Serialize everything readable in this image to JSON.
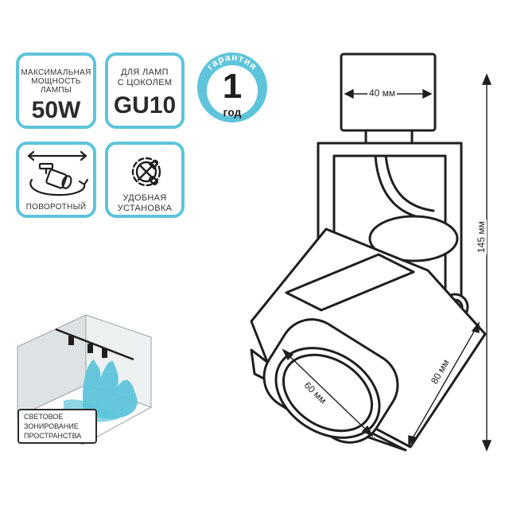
{
  "cards": {
    "power": {
      "caption": [
        "МАКСИМАЛЬНАЯ",
        "МОЩНОСТЬ",
        "ЛАМПЫ"
      ],
      "value": "50W"
    },
    "base": {
      "caption": [
        "ДЛЯ ЛАМП",
        "С ЦОКОЛЕМ"
      ],
      "value": "GU10"
    },
    "rotation": {
      "caption": "ПОВОРОТНЫЙ",
      "icon": "rotating-spotlight-icon"
    },
    "install": {
      "caption": [
        "УДОБНАЯ",
        "УСТАНОВКА"
      ],
      "icon": "gear-tools-icon"
    }
  },
  "warranty": {
    "arc_text": "гарантия",
    "value": "1",
    "unit": "год"
  },
  "zoning": {
    "caption": [
      "СВЕТОВОЕ",
      "ЗОНИРОВАНИЕ",
      "ПРОСТРАНСТВА"
    ]
  },
  "dimensions": {
    "width": "40 мм",
    "height": "145 мм",
    "depth": "80 мм",
    "diameter": "60 мм"
  },
  "colors": {
    "accent": "#5ec4da",
    "line": "#1f1f1f",
    "wall": "#cfd5d8"
  }
}
